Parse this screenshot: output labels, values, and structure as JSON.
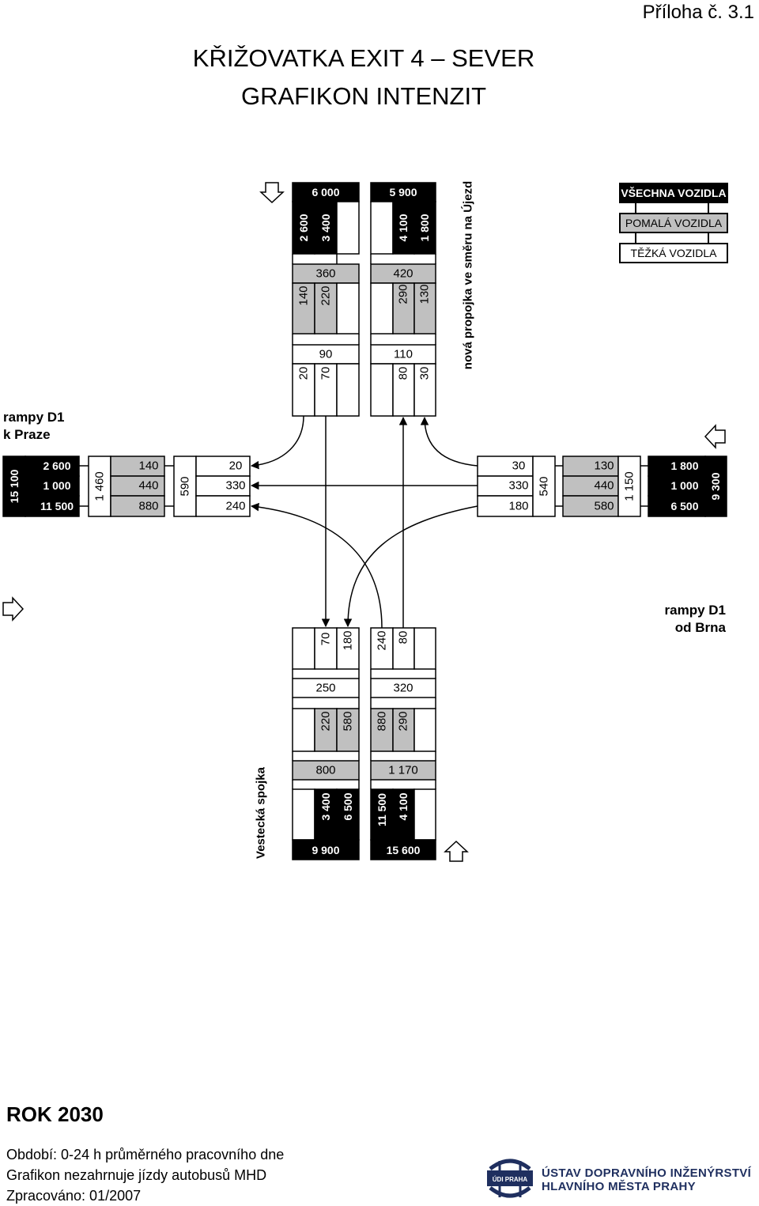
{
  "appendix": "Příloha č. 3.1",
  "title_line1": "KŘIŽOVATKA EXIT 4 – SEVER",
  "title_line2": "GRAFIKON INTENZIT",
  "legend": {
    "all_vehicles": "VŠECHNA VOZIDLA",
    "slow_vehicles": "POMALÁ VOZIDLA",
    "heavy_vehicles": "TĚŽKÁ VOZIDLA"
  },
  "direction_labels": {
    "north_branch": "nová propojka ve směru na Újezd",
    "west_branch_line1": "rampy D1",
    "west_branch_line2": "k Praze",
    "east_branch_line1": "rampy D1",
    "east_branch_line2": "od Brna",
    "south_branch": "Vestecká spojka"
  },
  "north": {
    "total_in": "6 000",
    "total_out": "5 900",
    "in_heavy": "2 600",
    "in_slow": "3 400",
    "out_slow": "4 100",
    "out_heavy": "1 800",
    "left_turn_total": "360",
    "left_turn_heavy": "140",
    "left_turn_slow": "220",
    "right_turn_total": "420",
    "right_turn_slow": "290",
    "right_turn_heavy": "130",
    "inner_left_total": "90",
    "inner_left_heavy": "20",
    "inner_left_slow": "70",
    "inner_right_total": "110",
    "inner_right_slow": "80",
    "inner_right_heavy": "30"
  },
  "west": {
    "total": "15 100",
    "rows": [
      "2 600",
      "1 000",
      "11 500"
    ],
    "slow_total": "1 460",
    "slow_rows": [
      "140",
      "440",
      "880"
    ],
    "heavy_total": "590",
    "heavy_rows": [
      "20",
      "330",
      "240"
    ]
  },
  "east": {
    "total": "9 300",
    "rows": [
      "1 800",
      "1 000",
      "6 500"
    ],
    "slow_total": "1 150",
    "slow_rows": [
      "130",
      "440",
      "580"
    ],
    "heavy_total": "540",
    "heavy_rows": [
      "30",
      "330",
      "180"
    ]
  },
  "south": {
    "inner": [
      "70",
      "180",
      "240",
      "80"
    ],
    "heavy_left_total": "250",
    "heavy_right_total": "320",
    "slow": [
      "220",
      "580",
      "880",
      "290"
    ],
    "slow_left_total": "800",
    "slow_right_total": "1 170",
    "all": [
      "3 400",
      "6 500",
      "11 500",
      "4 100"
    ],
    "total_out": "9 900",
    "total_in": "15 600"
  },
  "colors": {
    "all_vehicles_fill": "#000000",
    "slow_vehicles_fill": "#c0c0c0",
    "heavy_vehicles_fill": "#ffffff",
    "line": "#000000",
    "logo_blue": "#1f2f5f"
  },
  "footer": {
    "year": "ROK 2030",
    "period": "Období: 0-24 h průměrného pracovního dne",
    "note": "Grafikon nezahrnuje jízdy autobusů MHD",
    "processed": "Zpracováno: 01/2007"
  },
  "logo": {
    "mark": "ÚDI PRAHA",
    "line1": "ÚSTAV DOPRAVNÍHO INŽENÝRSTVÍ",
    "line2": "HLAVNÍHO MĚSTA PRAHY"
  }
}
